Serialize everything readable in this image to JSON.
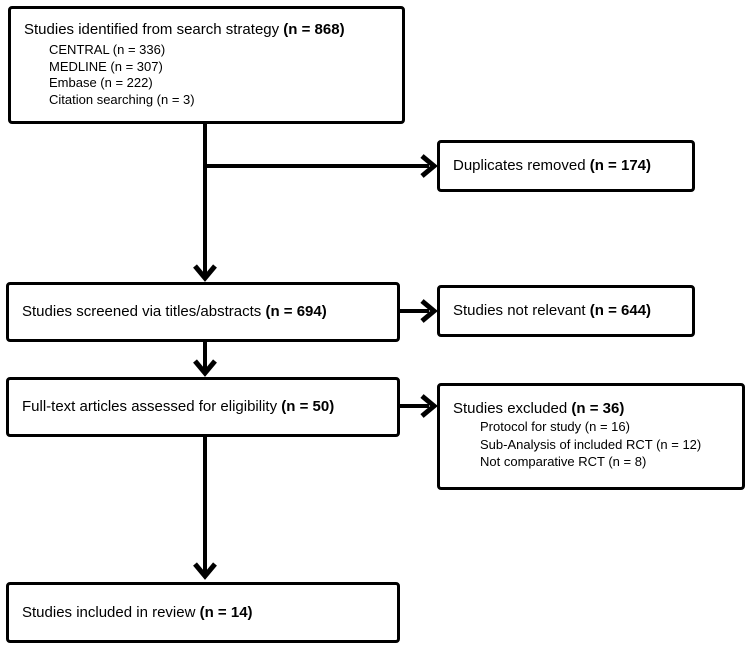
{
  "diagram": {
    "type": "prisma-flowchart",
    "background_color": "#ffffff",
    "line_color": "#000000",
    "boxes": {
      "identified": {
        "title": "Studies identified from search strategy ",
        "count": "(n = 868)",
        "items": [
          "CENTRAL (n = 336)",
          "MEDLINE (n = 307)",
          "Embase (n = 222)",
          "Citation searching (n = 3)"
        ]
      },
      "duplicates": {
        "title": "Duplicates removed ",
        "count": "(n = 174)"
      },
      "screened": {
        "title": "Studies screened via titles/abstracts ",
        "count": "(n = 694)"
      },
      "not_relevant": {
        "title": "Studies not relevant ",
        "count": "(n = 644)"
      },
      "fulltext": {
        "title": "Full-text articles assessed for eligibility ",
        "count": "(n = 50)"
      },
      "excluded": {
        "title": "Studies excluded ",
        "count": "(n = 36)",
        "items": [
          "Protocol for study (n = 16)",
          "Sub-Analysis of included RCT (n = 12)",
          "Not comparative RCT (n = 8)"
        ]
      },
      "included": {
        "title": "Studies included in review ",
        "count": "(n = 14)"
      }
    }
  }
}
